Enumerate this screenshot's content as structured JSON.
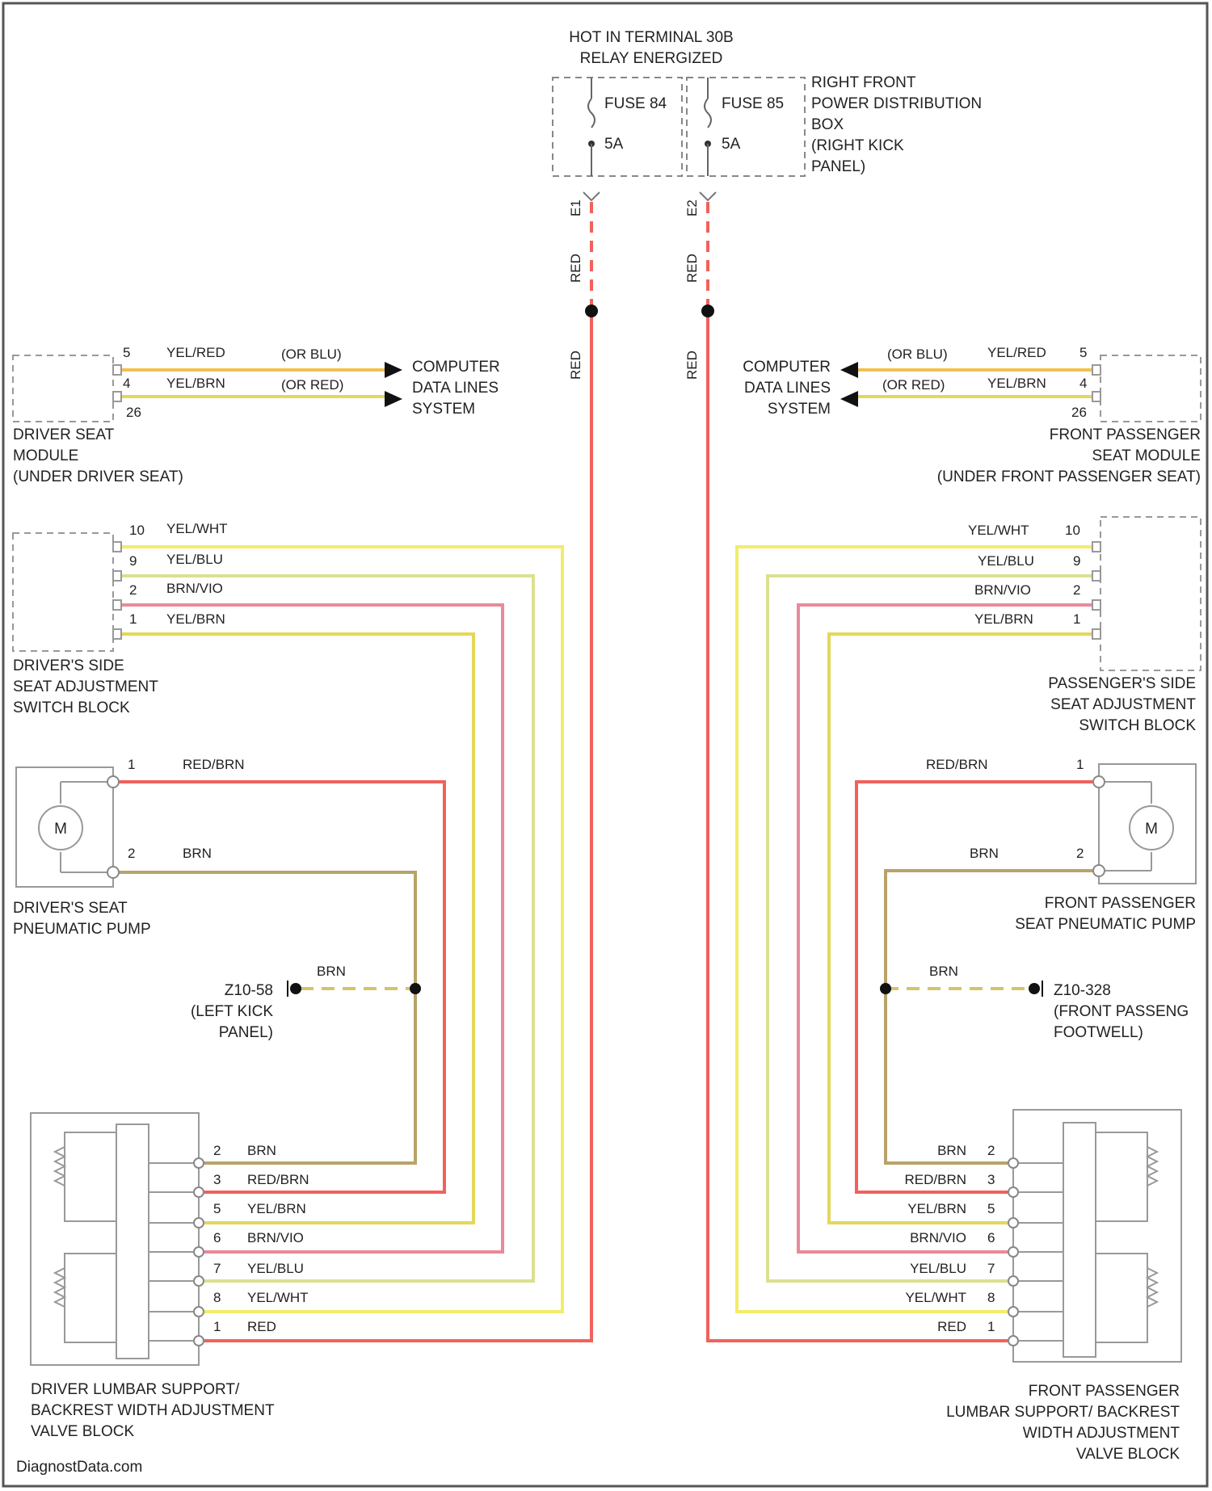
{
  "colors": {
    "red": "#f0625c",
    "yellow": "#f2ea58",
    "yelred": "#f2c050",
    "yelbrn": "#e3d85a",
    "yelblu": "#dbe090",
    "brnvio": "#e88a9a",
    "yelwht": "#f2ec6a",
    "brn": "#b9a36a",
    "gnd": "#d4c46a"
  },
  "top": {
    "title_line1": "HOT IN TERMINAL 30B",
    "title_line2": "RELAY ENERGIZED",
    "fuse_left": "FUSE 84",
    "fuse_left_rating": "5A",
    "fuse_right": "FUSE 85",
    "fuse_right_rating": "5A",
    "pin_left": "E1",
    "pin_right": "E2"
  },
  "pdbox": {
    "line1": "RIGHT FRONT",
    "line2": "POWER DISTRIBUTION",
    "line3": "BOX",
    "line4": "(RIGHT KICK",
    "line5": "PANEL)"
  },
  "wire_red": "RED",
  "computer": {
    "line1": "COMPUTER",
    "line2": "DATA LINES",
    "line3": "SYSTEM"
  },
  "driver_module": {
    "line1": "DRIVER SEAT",
    "line2": "MODULE",
    "line3": "(UNDER DRIVER SEAT)",
    "pin_a": "5",
    "pin_b": "4",
    "pin_c": "26",
    "wire_a": "YEL/RED",
    "wire_b": "YEL/BRN",
    "route_a": "(OR BLU)",
    "route_b": "(OR RED)"
  },
  "pass_module": {
    "line1": "FRONT PASSENGER",
    "line2": "SEAT MODULE",
    "line3": "(UNDER FRONT PASSENGER SEAT)",
    "pin_a": "5",
    "pin_b": "4",
    "pin_c": "26",
    "wire_a": "YEL/RED",
    "wire_b": "YEL/BRN",
    "route_a": "(OR BLU)",
    "route_b": "(OR RED)"
  },
  "driver_switch": {
    "line1": "DRIVER'S SIDE",
    "line2": "SEAT ADJUSTMENT",
    "line3": "SWITCH BLOCK",
    "pins": [
      "10",
      "9",
      "2",
      "1"
    ],
    "wires": [
      "YEL/WHT",
      "YEL/BLU",
      "BRN/VIO",
      "YEL/BRN"
    ]
  },
  "pass_switch": {
    "line1": "PASSENGER'S SIDE",
    "line2": "SEAT ADJUSTMENT",
    "line3": "SWITCH BLOCK",
    "pins": [
      "10",
      "9",
      "2",
      "1"
    ],
    "wires": [
      "YEL/WHT",
      "YEL/BLU",
      "BRN/VIO",
      "YEL/BRN"
    ]
  },
  "driver_pump": {
    "line1": "DRIVER'S SEAT",
    "line2": "PNEUMATIC PUMP",
    "motor": "M",
    "pin1": "1",
    "pin2": "2",
    "wire1": "RED/BRN",
    "wire2": "BRN"
  },
  "pass_pump": {
    "line1": "FRONT PASSENGER",
    "line2": "SEAT PNEUMATIC PUMP",
    "motor": "M",
    "pin1": "1",
    "pin2": "2",
    "wire1": "RED/BRN",
    "wire2": "BRN"
  },
  "driver_ground": {
    "name": "Z10-58",
    "line2": "(LEFT KICK",
    "line3": "PANEL)",
    "wire": "BRN"
  },
  "pass_ground": {
    "name": "Z10-328",
    "line2": "(FRONT PASSENG",
    "line3": "FOOTWELL)",
    "wire": "BRN"
  },
  "driver_valve": {
    "line1": "DRIVER LUMBAR SUPPORT/",
    "line2": "BACKREST WIDTH ADJUSTMENT",
    "line3": "VALVE BLOCK",
    "pins": [
      "2",
      "3",
      "5",
      "6",
      "7",
      "8",
      "1"
    ],
    "wires": [
      "BRN",
      "RED/BRN",
      "YEL/BRN",
      "BRN/VIO",
      "YEL/BLU",
      "YEL/WHT",
      "RED"
    ]
  },
  "pass_valve": {
    "line1": "FRONT PASSENGER",
    "line2": "LUMBAR SUPPORT/ BACKREST",
    "line3": "WIDTH ADJUSTMENT",
    "line4": "VALVE BLOCK",
    "pins": [
      "2",
      "3",
      "5",
      "6",
      "7",
      "8",
      "1"
    ],
    "wires": [
      "BRN",
      "RED/BRN",
      "YEL/BRN",
      "BRN/VIO",
      "YEL/BLU",
      "YEL/WHT",
      "RED"
    ]
  },
  "watermark": "DiagnostData.com"
}
